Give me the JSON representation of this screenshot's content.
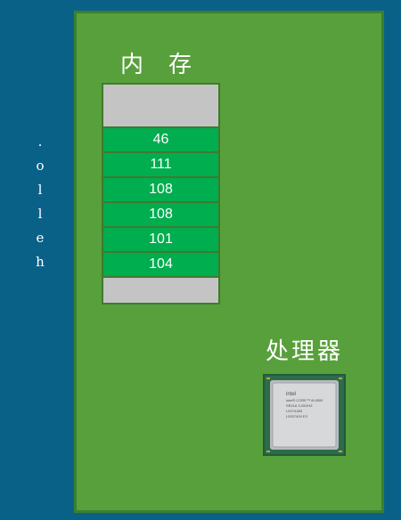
{
  "side_text": [
    ".",
    "o",
    "l",
    "l",
    "e",
    "h"
  ],
  "memory": {
    "title": "内存",
    "cells": [
      "46",
      "111",
      "108",
      "108",
      "101",
      "104"
    ]
  },
  "processor": {
    "title": "处理器",
    "chip_label_lines": [
      "intel",
      "intel® CORE™ i5-6500",
      "SR2L6 3.20GHZ",
      "L527A353",
      "L5207400 E3"
    ]
  },
  "colors": {
    "background": "#0a6187",
    "board": "#58a03b",
    "cell": "#00ad4f",
    "cap": "#c4c4c4"
  }
}
